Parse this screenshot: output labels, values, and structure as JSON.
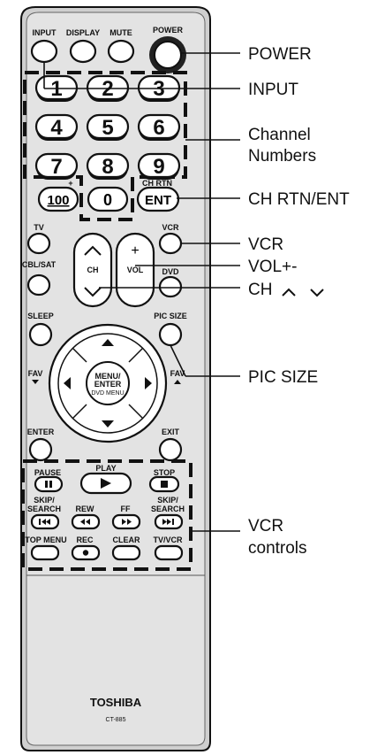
{
  "remote": {
    "brand": "TOSHIBA",
    "model": "CT-885",
    "button_labels": {
      "input": "INPUT",
      "display": "DISPLAY",
      "mute": "MUTE",
      "power": "POWER",
      "hundred_plus": "+",
      "hundred": "100",
      "zero": "0",
      "ch_rtn": "CH RTN",
      "ent": "ENT",
      "tv": "TV",
      "cbl_sat": "CBL/SAT",
      "ch": "CH",
      "vol": "VOL",
      "vol_plus": "+",
      "vcr": "VCR",
      "dvd": "DVD",
      "sleep": "SLEEP",
      "pic_size": "PIC SIZE",
      "fav_left": "FAV",
      "fav_right": "FAV",
      "menu": "MENU/",
      "enter_center": "ENTER",
      "dvd_menu": "DVD MENU",
      "enter": "ENTER",
      "exit": "EXIT",
      "pause": "PAUSE",
      "play": "PLAY",
      "stop": "STOP",
      "skip_search_1": "SKIP/",
      "skip_search_2": "SEARCH",
      "rew": "REW",
      "ff": "FF",
      "top_menu": "TOP MENU",
      "rec": "REC",
      "clear": "CLEAR",
      "tv_vcr": "TV/VCR"
    },
    "numbers": [
      "1",
      "2",
      "3",
      "4",
      "5",
      "6",
      "7",
      "8",
      "9"
    ]
  },
  "callouts": {
    "power": "POWER",
    "input": "INPUT",
    "channel_numbers_line1": "Channel",
    "channel_numbers_line2": "Numbers",
    "ch_rtn_ent": "CH RTN/ENT",
    "vcr": "VCR",
    "vol": "VOL+-",
    "ch": "CH",
    "pic_size": "PIC SIZE",
    "vcr_controls_line1": "VCR",
    "vcr_controls_line2": "controls"
  },
  "icons": [
    "chevron-up-icon",
    "chevron-down-icon",
    "arrow-up-icon",
    "arrow-down-icon",
    "arrow-left-icon",
    "arrow-right-icon",
    "pause-icon",
    "play-icon",
    "stop-icon",
    "skip-back-icon",
    "rewind-icon",
    "fast-forward-icon",
    "skip-forward-icon",
    "record-icon"
  ]
}
